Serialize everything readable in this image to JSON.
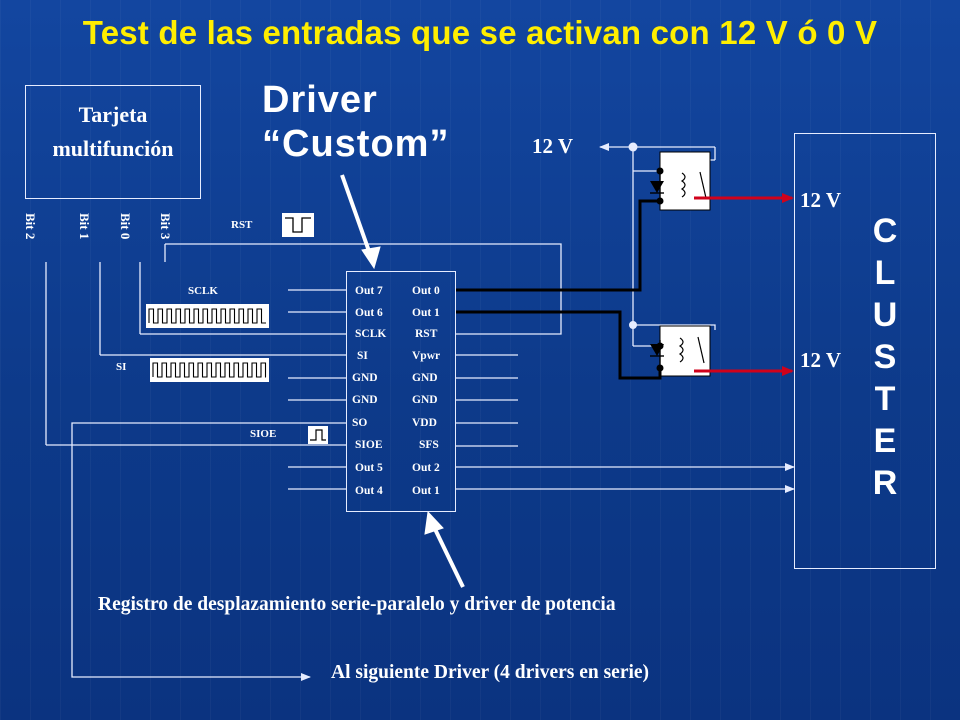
{
  "title": "Test de las entradas que se activan con 12 V ó 0 V",
  "driver_label": {
    "line1": "Driver",
    "line2": "“Custom”"
  },
  "card": {
    "line1": "Tarjeta",
    "line2": "multifunción"
  },
  "bits": [
    "Bit 2",
    "Bit 1",
    "Bit 0",
    "Bit 3"
  ],
  "signals": {
    "rst": "RST",
    "sclk": "SCLK",
    "si": "SI",
    "sioe": "SIOE"
  },
  "chip_pins": {
    "left": [
      "Out 7",
      "Out 6",
      "SCLK",
      "SI",
      "GND",
      "GND",
      "SO",
      "SIOE",
      "Out 5",
      "Out 4"
    ],
    "right": [
      "Out 0",
      "Out 1",
      "RST",
      "Vpwr",
      "GND",
      "GND",
      "VDD",
      "SFS",
      "Out 2",
      "Out 1"
    ]
  },
  "supply_label": "12 V",
  "relay_labels": [
    "12 V",
    "12 V"
  ],
  "cluster_letters": [
    "C",
    "L",
    "U",
    "S",
    "T",
    "E",
    "R"
  ],
  "captions": {
    "register": "Registro de desplazamiento serie-paralelo y driver de potencia",
    "next": "Al siguiente Driver (4 drivers en serie)"
  },
  "colors": {
    "title": "#ffee00",
    "wire": "#e6ecff",
    "output_wire": "#000000",
    "relay_arrow": "#d0021b"
  }
}
